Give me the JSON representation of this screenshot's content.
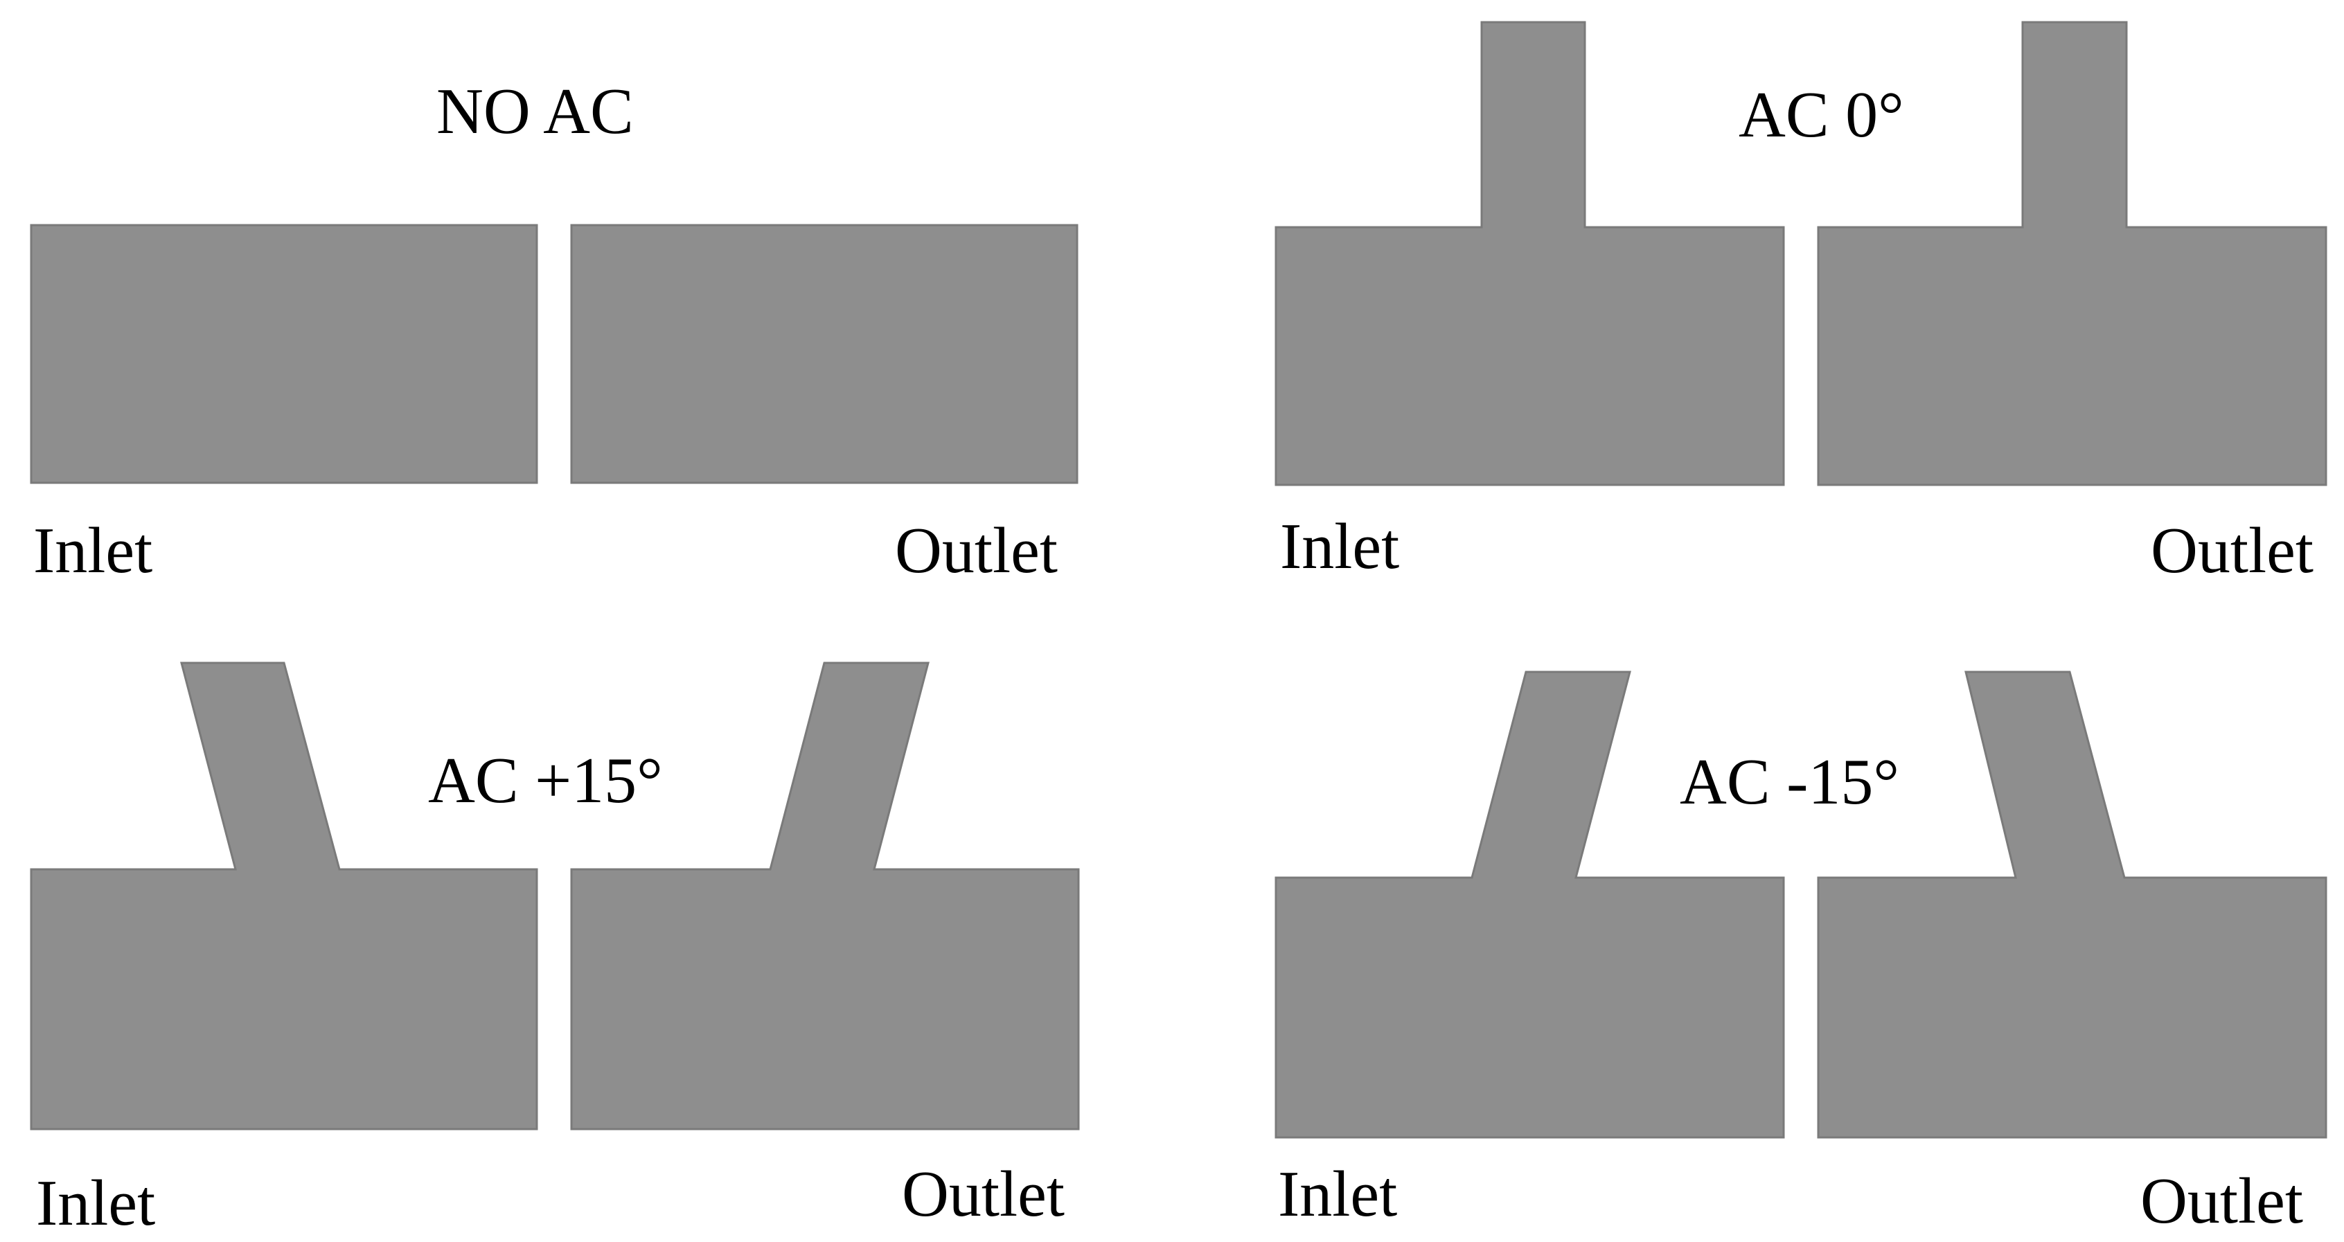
{
  "colors": {
    "background": "#ffffff",
    "geometry_fill": "#8e8e8e",
    "geometry_edge": "#7a7a7a",
    "text": "#000000"
  },
  "panels": [
    {
      "caption": "NO AC",
      "inlet_label": "Inlet",
      "outlet_label": "Outlet"
    },
    {
      "caption": "AC 0°",
      "inlet_label": "Inlet",
      "outlet_label": "Outlet"
    },
    {
      "caption": "AC +15°",
      "inlet_label": "Inlet",
      "outlet_label": "Outlet"
    },
    {
      "caption": "AC -15°",
      "inlet_label": "Inlet",
      "outlet_label": "Outlet"
    }
  ]
}
